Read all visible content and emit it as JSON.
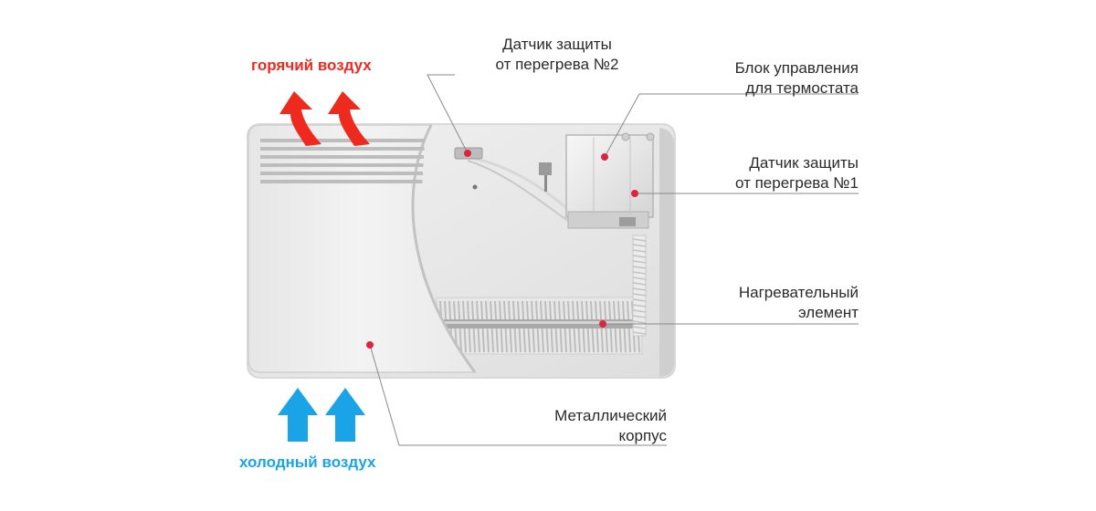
{
  "labels": {
    "hot_air": "горячий воздух",
    "cold_air": "холодный воздух",
    "sensor2": {
      "line1": "Датчик защиты",
      "line2": "от перегрева №2"
    },
    "control": {
      "line1": "Блок управления",
      "line2": "для термостата"
    },
    "sensor1": {
      "line1": "Датчик защиты",
      "line2": "от перегрева №1"
    },
    "heater": {
      "line1": "Нагревательный",
      "line2": "элемент"
    },
    "casing": {
      "line1": "Металлический",
      "line2": "корпус"
    }
  },
  "colors": {
    "hot": "#ee2a1f",
    "cold": "#1aa3e6",
    "marker": "#d7263d",
    "leader": "#8a8a8a",
    "text": "#2a2a2a"
  }
}
